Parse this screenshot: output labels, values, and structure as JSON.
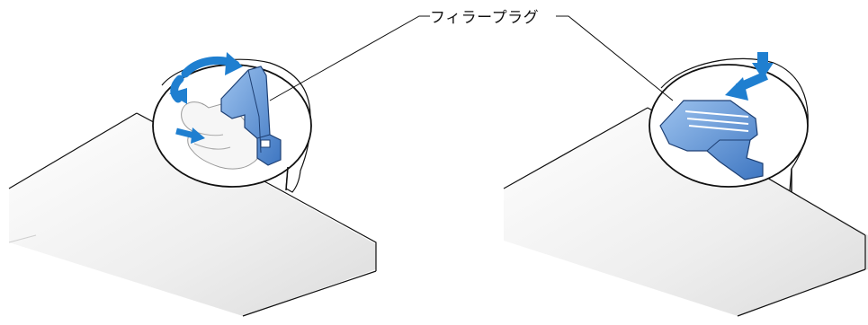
{
  "callout": {
    "label": "フィラープラグ"
  },
  "colors": {
    "part_blue": "#5b8fd0",
    "part_blue_dark": "#2e62a8",
    "arrow_blue": "#1f7fd0",
    "outline": "#111111",
    "chassis_shade": "#e6e6e6"
  },
  "figures": [
    {
      "name": "remove-filler-plug",
      "icons": [
        "rotate-arrow-icon",
        "push-arrow-icon",
        "finger-icon",
        "filler-plug-icon"
      ]
    },
    {
      "name": "insert-filler-plug",
      "icons": [
        "down-arrow-icon",
        "insert-arrow-icon",
        "filler-plug-icon"
      ]
    }
  ]
}
